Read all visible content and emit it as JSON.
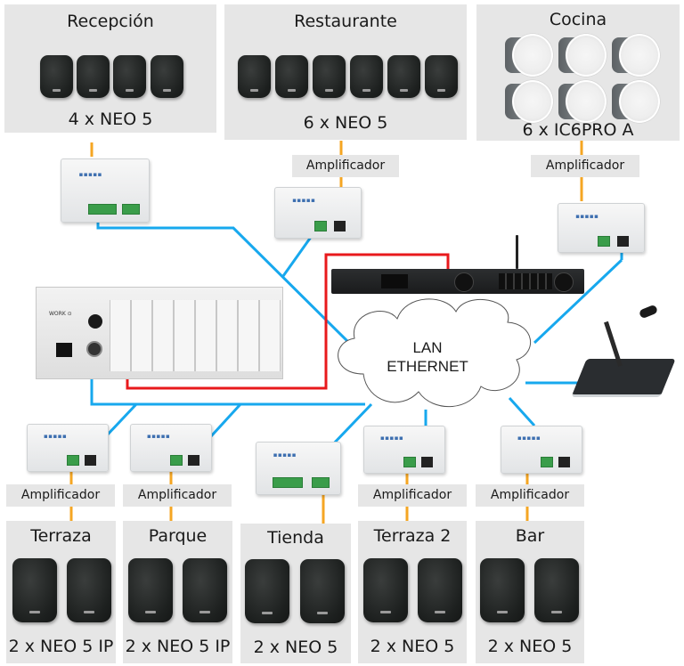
{
  "diagram": {
    "colors": {
      "network_cable": "#17a8ee",
      "control_cable": "#e8191c",
      "speaker_cable": "#f5a623",
      "zone_background": "#e6e6e6"
    },
    "top_zones": [
      {
        "id": "recepcion",
        "title": "Recepción",
        "caption": "4 x NEO 5",
        "speaker_count": 4,
        "speaker_type": "wall-speaker-black"
      },
      {
        "id": "restaurante",
        "title": "Restaurante",
        "caption": "6 x NEO 5",
        "speaker_count": 6,
        "speaker_type": "wall-speaker-black"
      },
      {
        "id": "cocina",
        "title": "Cocina",
        "caption": "6 x IC6PRO A",
        "speaker_count": 6,
        "speaker_type": "ceiling-speaker-white"
      }
    ],
    "top_amplifier_labels": [
      "Amplificador",
      "Amplificador"
    ],
    "center": {
      "cloud_line1": "LAN",
      "cloud_line2": "ETHERNET",
      "rack_device": "rack-controller",
      "media_player": "media-player",
      "paging_console": "paging-microphone"
    },
    "bottom_amplifier_labels": [
      "Amplificador",
      "Amplificador",
      "Amplificador",
      "Amplificador"
    ],
    "bottom_zones": [
      {
        "id": "terraza",
        "title": "Terraza",
        "caption": "2 x NEO 5 IP",
        "speaker_count": 2
      },
      {
        "id": "parque",
        "title": "Parque",
        "caption": "2 x NEO 5 IP",
        "speaker_count": 2
      },
      {
        "id": "tienda",
        "title": "Tienda",
        "caption": "2 x NEO 5",
        "speaker_count": 2
      },
      {
        "id": "terraza2",
        "title": "Terraza 2",
        "caption": "2 x NEO 5",
        "speaker_count": 2
      },
      {
        "id": "bar",
        "title": "Bar",
        "caption": "2 x NEO 5",
        "speaker_count": 2
      }
    ]
  }
}
